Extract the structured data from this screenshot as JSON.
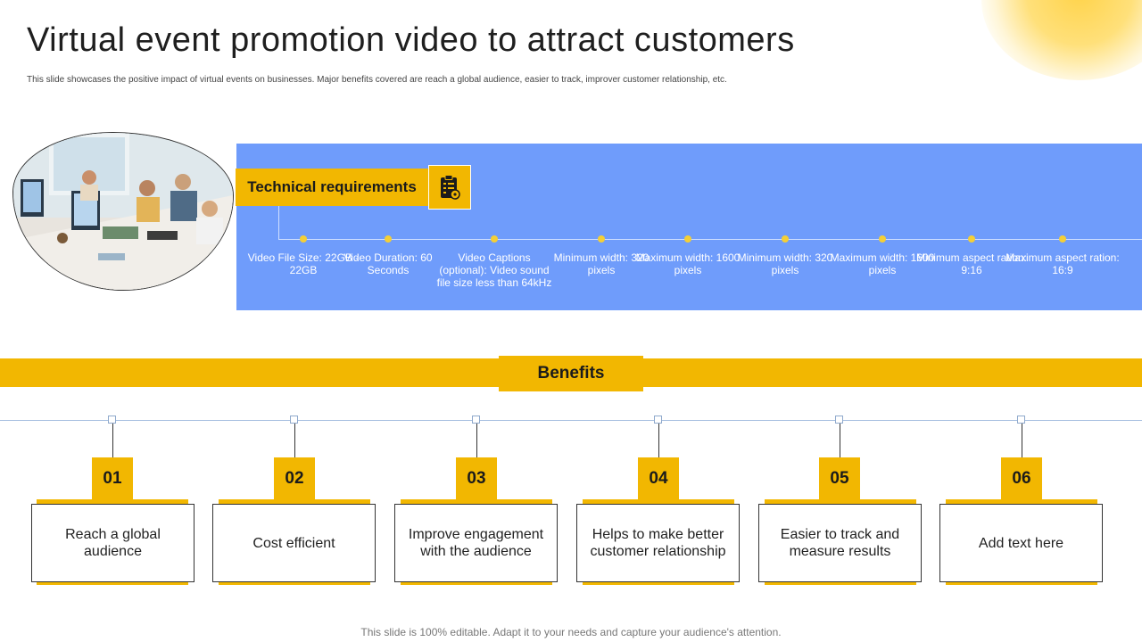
{
  "title": "Virtual event promotion video to attract customers",
  "subtitle": "This slide showcases the positive impact of virtual events on businesses. Major benefits covered are reach a global audience, easier to track, improver customer relationship, etc.",
  "photo": {
    "icon": "office-team-photo"
  },
  "technical": {
    "header": "Technical requirements",
    "icon": "clipboard-icon",
    "items": [
      "Video File Size: 22GB - 22GB",
      "Video Duration: 60 Seconds",
      "Video Captions (optional): Video sound file size less than 64kHz",
      "Minimum width: 320 pixels",
      "Maximum width: 1600 pixels",
      "Minimum width: 320 pixels",
      "Maximum width: 1600 pixels",
      "Minimum aspect ration: 9:16",
      "Maximum aspect ration: 16:9"
    ]
  },
  "benefits": {
    "header": "Benefits",
    "items": [
      {
        "num": "01",
        "text": "Reach a global audience"
      },
      {
        "num": "02",
        "text": "Cost efficient"
      },
      {
        "num": "03",
        "text": "Improve engagement with the audience"
      },
      {
        "num": "04",
        "text": "Helps to make better customer relationship"
      },
      {
        "num": "05",
        "text": "Easier to track and measure results"
      },
      {
        "num": "06",
        "text": "Add text here"
      }
    ]
  },
  "footer": "This slide is 100% editable. Adapt it to your needs and capture your audience's attention.",
  "colors": {
    "accent": "#f2b701",
    "panel": "#6f9cfb"
  }
}
